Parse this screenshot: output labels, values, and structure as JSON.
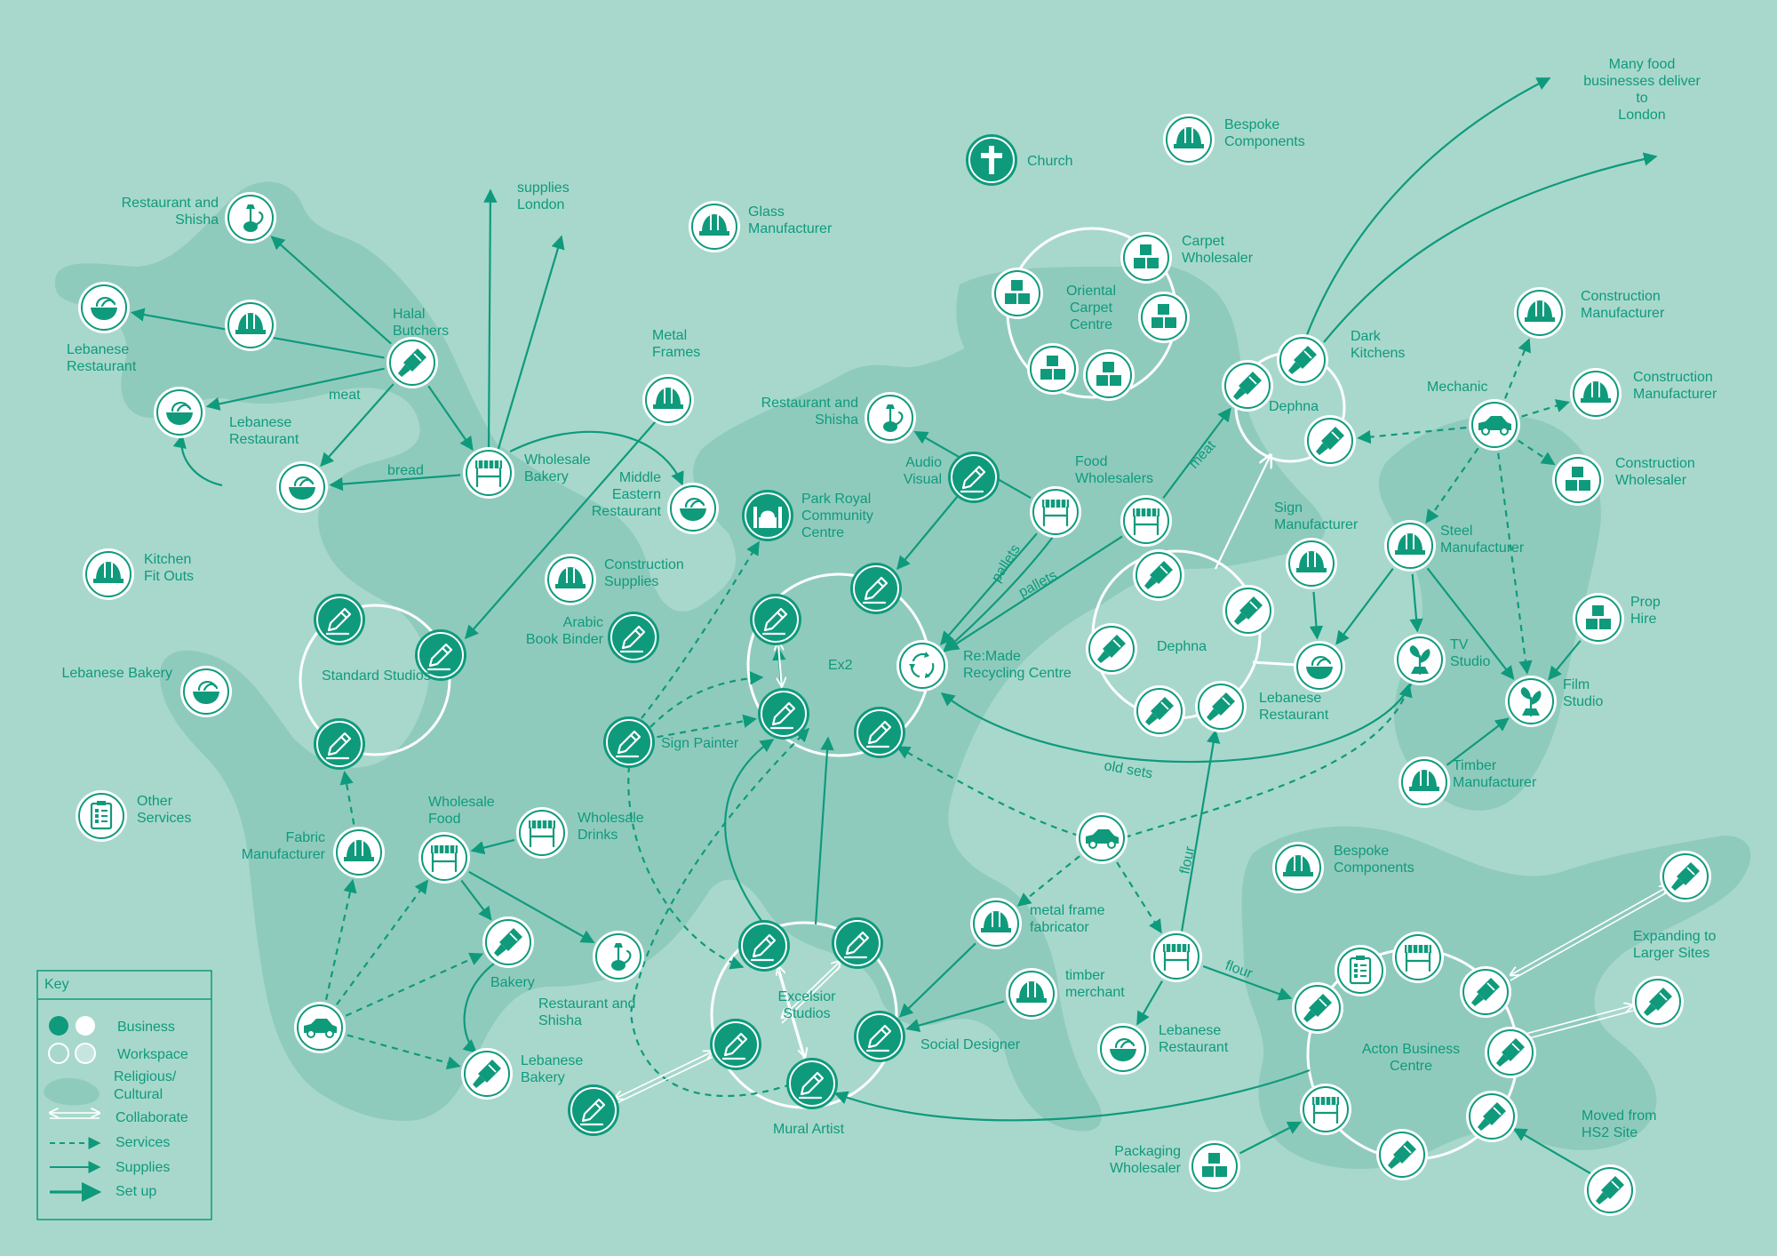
{
  "colors": {
    "background": "#a8d8cc",
    "region": "#8fcbbd",
    "accent": "#0f9a7c",
    "white": "#ffffff"
  },
  "nodes": [
    {
      "id": "rest-shisha-1",
      "kind": "workspace",
      "icon": "shisha-icon",
      "label": [
        "Restaurant and",
        "Shisha"
      ]
    },
    {
      "id": "lebanese-rest-1",
      "kind": "workspace",
      "icon": "bowl-icon",
      "label": [
        "Lebanese",
        "Restaurant"
      ]
    },
    {
      "id": "helmet-a",
      "kind": "workspace",
      "icon": "hard-hat-icon",
      "label": []
    },
    {
      "id": "halal-butchers",
      "kind": "workspace",
      "icon": "paintbrush-icon",
      "label": [
        "Halal",
        "Butchers"
      ]
    },
    {
      "id": "lebanese-rest-2",
      "kind": "workspace",
      "icon": "bowl-icon",
      "label": [
        "Lebanese",
        "Restaurant"
      ]
    },
    {
      "id": "bowl-b",
      "kind": "workspace",
      "icon": "bowl-icon",
      "label": []
    },
    {
      "id": "wholesale-bakery",
      "kind": "workspace",
      "icon": "market-stall-icon",
      "label": [
        "Wholesale",
        "Bakery"
      ]
    },
    {
      "id": "metal-frames",
      "kind": "workspace",
      "icon": "hard-hat-icon",
      "label": [
        "Metal",
        "Frames"
      ]
    },
    {
      "id": "me-restaurant",
      "kind": "workspace",
      "icon": "bowl-icon",
      "label": [
        "Middle",
        "Eastern",
        "Restaurant"
      ]
    },
    {
      "id": "glass-manufacturer",
      "kind": "workspace",
      "icon": "hard-hat-icon",
      "label": [
        "Glass",
        "Manufacturer"
      ]
    },
    {
      "id": "kitchen-fit-outs",
      "kind": "workspace",
      "icon": "hard-hat-icon",
      "label": [
        "Kitchen",
        "Fit Outs"
      ]
    },
    {
      "id": "construction-supplies",
      "kind": "workspace",
      "icon": "hard-hat-icon",
      "label": [
        "Construction",
        "Supplies"
      ]
    },
    {
      "id": "arabic-book-binder",
      "kind": "business",
      "icon": "pencil-icon",
      "label": [
        "Arabic",
        "Book Binder"
      ]
    },
    {
      "id": "park-royal",
      "kind": "business",
      "icon": "mosque-icon",
      "label": [
        "Park Royal",
        "Community",
        "Centre"
      ]
    },
    {
      "id": "std-studio-a",
      "kind": "business",
      "icon": "pencil-icon",
      "label": []
    },
    {
      "id": "std-studio-b",
      "kind": "business",
      "icon": "pencil-icon",
      "label": []
    },
    {
      "id": "std-studio-c",
      "kind": "business",
      "icon": "pencil-icon",
      "label": []
    },
    {
      "id": "lebanese-bakery-1",
      "kind": "workspace",
      "icon": "bowl-icon",
      "label": [
        "Lebanese Bakery"
      ]
    },
    {
      "id": "other-services",
      "kind": "workspace",
      "icon": "clipboard-icon",
      "label": [
        "Other",
        "Services"
      ]
    },
    {
      "id": "fabric-manufacturer",
      "kind": "workspace",
      "icon": "hard-hat-icon",
      "label": [
        "Fabric",
        "Manufacturer"
      ]
    },
    {
      "id": "wholesale-food",
      "kind": "workspace",
      "icon": "market-stall-icon",
      "label": [
        "Wholesale",
        "Food"
      ]
    },
    {
      "id": "wholesale-drinks",
      "kind": "workspace",
      "icon": "market-stall-icon",
      "label": [
        "Wholesale",
        "Drinks"
      ]
    },
    {
      "id": "bakery",
      "kind": "workspace",
      "icon": "paintbrush-icon",
      "label": [
        "Bakery"
      ]
    },
    {
      "id": "rest-shisha-2",
      "kind": "workspace",
      "icon": "shisha-icon",
      "label": [
        "Restaurant and",
        "Shisha"
      ]
    },
    {
      "id": "car-left",
      "kind": "workspace",
      "icon": "car-icon",
      "label": []
    },
    {
      "id": "lebanese-bakery-2",
      "kind": "workspace",
      "icon": "paintbrush-icon",
      "label": [
        "Lebanese",
        "Bakery"
      ]
    },
    {
      "id": "sign-painter",
      "kind": "business",
      "icon": "pencil-icon",
      "label": [
        "Sign Painter"
      ]
    },
    {
      "id": "ex2-a",
      "kind": "business",
      "icon": "pencil-icon",
      "label": []
    },
    {
      "id": "ex2-b",
      "kind": "business",
      "icon": "pencil-icon",
      "label": []
    },
    {
      "id": "ex2-c",
      "kind": "business",
      "icon": "pencil-icon",
      "label": []
    },
    {
      "id": "ex2-d",
      "kind": "business",
      "icon": "pencil-icon",
      "label": []
    },
    {
      "id": "rest-shisha-3",
      "kind": "workspace",
      "icon": "shisha-icon",
      "label": [
        "Restaurant and",
        "Shisha"
      ]
    },
    {
      "id": "audio-visual",
      "kind": "business",
      "icon": "pencil-icon",
      "label": [
        "Audio",
        "Visual"
      ]
    },
    {
      "id": "food-wholesalers",
      "kind": "workspace",
      "icon": "market-stall-icon",
      "label": [
        "Food",
        "Wholesalers"
      ]
    },
    {
      "id": "remade",
      "kind": "workspace",
      "icon": "recycle-icon",
      "label": [
        "Re:Made",
        "Recycling Centre"
      ]
    },
    {
      "id": "exc-a",
      "kind": "business",
      "icon": "pencil-icon",
      "label": []
    },
    {
      "id": "exc-b",
      "kind": "business",
      "icon": "pencil-icon",
      "label": []
    },
    {
      "id": "exc-c",
      "kind": "business",
      "icon": "pencil-icon",
      "label": []
    },
    {
      "id": "social-designer",
      "kind": "business",
      "icon": "pencil-icon",
      "label": [
        "Social Designer"
      ]
    },
    {
      "id": "mural-artist",
      "kind": "business",
      "icon": "pencil-icon",
      "label": [
        "Mural Artist"
      ]
    },
    {
      "id": "collab-pencil",
      "kind": "business",
      "icon": "pencil-icon",
      "label": []
    },
    {
      "id": "church",
      "kind": "business",
      "icon": "cross-icon",
      "label": [
        "Church"
      ]
    },
    {
      "id": "bespoke-components-1",
      "kind": "workspace",
      "icon": "hard-hat-icon",
      "label": [
        "Bespoke",
        "Components"
      ]
    },
    {
      "id": "carpet-a",
      "kind": "workspace",
      "icon": "boxes-icon",
      "label": []
    },
    {
      "id": "carpet-wholesaler",
      "kind": "workspace",
      "icon": "boxes-icon",
      "label": [
        "Carpet",
        "Wholesaler"
      ]
    },
    {
      "id": "carpet-c",
      "kind": "workspace",
      "icon": "boxes-icon",
      "label": []
    },
    {
      "id": "carpet-d",
      "kind": "workspace",
      "icon": "boxes-icon",
      "label": []
    },
    {
      "id": "carpet-e",
      "kind": "workspace",
      "icon": "boxes-icon",
      "label": []
    },
    {
      "id": "dark-kitchens",
      "kind": "workspace",
      "icon": "paintbrush-icon",
      "label": [
        "Dark",
        "Kitchens"
      ]
    },
    {
      "id": "dephna-1a",
      "kind": "workspace",
      "icon": "paintbrush-icon",
      "label": []
    },
    {
      "id": "dephna-1b",
      "kind": "workspace",
      "icon": "paintbrush-icon",
      "label": []
    },
    {
      "id": "food-stall-2",
      "kind": "workspace",
      "icon": "market-stall-icon",
      "label": []
    },
    {
      "id": "dephna-2a",
      "kind": "workspace",
      "icon": "paintbrush-icon",
      "label": []
    },
    {
      "id": "dephna-2b",
      "kind": "workspace",
      "icon": "paintbrush-icon",
      "label": []
    },
    {
      "id": "dephna-2c",
      "kind": "workspace",
      "icon": "paintbrush-icon",
      "label": []
    },
    {
      "id": "dephna-2d",
      "kind": "workspace",
      "icon": "paintbrush-icon",
      "label": []
    },
    {
      "id": "dephna-2e",
      "kind": "workspace",
      "icon": "paintbrush-icon",
      "label": []
    },
    {
      "id": "sign-manufacturer",
      "kind": "workspace",
      "icon": "hard-hat-icon",
      "label": [
        "Sign",
        "Manufacturer"
      ]
    },
    {
      "id": "lebanese-rest-3",
      "kind": "workspace",
      "icon": "bowl-icon",
      "label": [
        "Lebanese",
        "Restaurant"
      ]
    },
    {
      "id": "mechanic",
      "kind": "workspace",
      "icon": "car-icon",
      "label": [
        "Mechanic"
      ]
    },
    {
      "id": "construction-manufacturer-1",
      "kind": "workspace",
      "icon": "hard-hat-icon",
      "label": [
        "Construction",
        "Manufacturer"
      ]
    },
    {
      "id": "construction-manufacturer-2",
      "kind": "workspace",
      "icon": "hard-hat-icon",
      "label": [
        "Construction",
        "Manufacturer"
      ]
    },
    {
      "id": "construction-wholesaler",
      "kind": "workspace",
      "icon": "boxes-icon",
      "label": [
        "Construction",
        "Wholesaler"
      ]
    },
    {
      "id": "steel-manufacturer",
      "kind": "workspace",
      "icon": "hard-hat-icon",
      "label": [
        "Steel",
        "Manufacturer"
      ]
    },
    {
      "id": "tv-studio",
      "kind": "workspace",
      "icon": "plant-icon",
      "label": [
        "TV",
        "Studio"
      ]
    },
    {
      "id": "prop-hire",
      "kind": "workspace",
      "icon": "boxes-icon",
      "label": [
        "Prop",
        "Hire"
      ]
    },
    {
      "id": "film-studio",
      "kind": "workspace",
      "icon": "plant-icon",
      "label": [
        "Film",
        "Studio"
      ]
    },
    {
      "id": "timber-manufacturer",
      "kind": "workspace",
      "icon": "hard-hat-icon",
      "label": [
        "Timber",
        "Manufacturer"
      ]
    },
    {
      "id": "car-centre",
      "kind": "workspace",
      "icon": "car-icon",
      "label": []
    },
    {
      "id": "metal-frame-fabricator",
      "kind": "workspace",
      "icon": "hard-hat-icon",
      "label": [
        "metal frame",
        "fabricator"
      ]
    },
    {
      "id": "timber-merchant",
      "kind": "workspace",
      "icon": "hard-hat-icon",
      "label": [
        "timber",
        "merchant"
      ]
    },
    {
      "id": "stall-flour",
      "kind": "workspace",
      "icon": "market-stall-icon",
      "label": []
    },
    {
      "id": "lebanese-rest-4",
      "kind": "workspace",
      "icon": "bowl-icon",
      "label": [
        "Lebanese",
        "Restaurant"
      ]
    },
    {
      "id": "bespoke-components-2",
      "kind": "workspace",
      "icon": "hard-hat-icon",
      "label": [
        "Bespoke",
        "Components"
      ]
    },
    {
      "id": "acton-a",
      "kind": "workspace",
      "icon": "paintbrush-icon",
      "label": []
    },
    {
      "id": "acton-b",
      "kind": "workspace",
      "icon": "clipboard-icon",
      "label": []
    },
    {
      "id": "acton-c",
      "kind": "workspace",
      "icon": "market-stall-icon",
      "label": []
    },
    {
      "id": "acton-d",
      "kind": "workspace",
      "icon": "paintbrush-icon",
      "label": []
    },
    {
      "id": "acton-e",
      "kind": "workspace",
      "icon": "paintbrush-icon",
      "label": []
    },
    {
      "id": "acton-f",
      "kind": "workspace",
      "icon": "paintbrush-icon",
      "label": []
    },
    {
      "id": "acton-g",
      "kind": "workspace",
      "icon": "paintbrush-icon",
      "label": []
    },
    {
      "id": "acton-h",
      "kind": "workspace",
      "icon": "market-stall-icon",
      "label": []
    },
    {
      "id": "expand-a",
      "kind": "workspace",
      "icon": "paintbrush-icon",
      "label": []
    },
    {
      "id": "expand-b",
      "kind": "workspace",
      "icon": "paintbrush-icon",
      "label": []
    },
    {
      "id": "hs2",
      "kind": "workspace",
      "icon": "paintbrush-icon",
      "label": []
    },
    {
      "id": "packaging-wholesaler",
      "kind": "workspace",
      "icon": "boxes-icon",
      "label": [
        "Packaging",
        "Wholesaler"
      ]
    }
  ],
  "group_labels": {
    "standard_studios": "Standard Studios",
    "ex2": "Ex2",
    "excelsior": [
      "Excelsior",
      "Studios"
    ],
    "oriental": [
      "Oriental",
      "Carpet",
      "Centre"
    ],
    "dephna_top": "Dephna",
    "dephna_mid": "Dephna",
    "acton": [
      "Acton Business",
      "Centre"
    ]
  },
  "annotations": {
    "supplies_london": [
      "supplies",
      "London"
    ],
    "many_food": [
      "Many food",
      "businesses deliver",
      "to",
      "London"
    ],
    "expanding": [
      "Expanding to",
      "Larger Sites"
    ],
    "hs2": [
      "Moved from",
      "HS2 Site"
    ],
    "meat_1": "meat",
    "bread": "bread",
    "meat_2": "meat",
    "pallets_1": "pallets",
    "pallets_2": "pallets",
    "old_sets": "old sets",
    "flour_1": "flour",
    "flour_2": "flour"
  },
  "key": {
    "title": "Key",
    "items": [
      "Business",
      "Workspace",
      "Religious/",
      "Cultural",
      "Collaborate",
      "Services",
      "Supplies",
      "Set up"
    ]
  }
}
